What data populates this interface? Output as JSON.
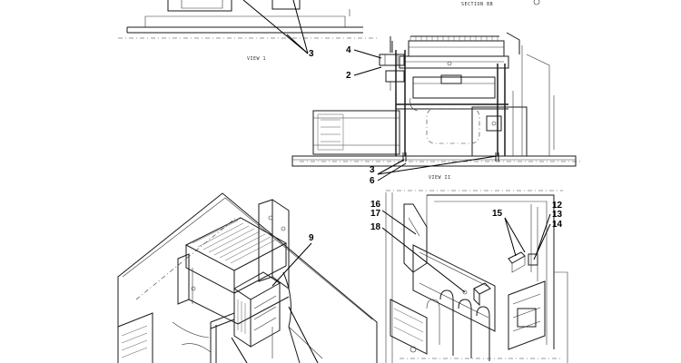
{
  "views": {
    "view_1": "VIEW 1",
    "view_2": "VIEW II",
    "section": "SECTION BB"
  },
  "callouts": {
    "c2": "2",
    "c3a": "3",
    "c3b": "3",
    "c4": "4",
    "c6": "6",
    "c9": "9",
    "c12": "12",
    "c13": "13",
    "c14": "14",
    "c15": "15",
    "c16": "16",
    "c17": "17",
    "c18": "18"
  }
}
